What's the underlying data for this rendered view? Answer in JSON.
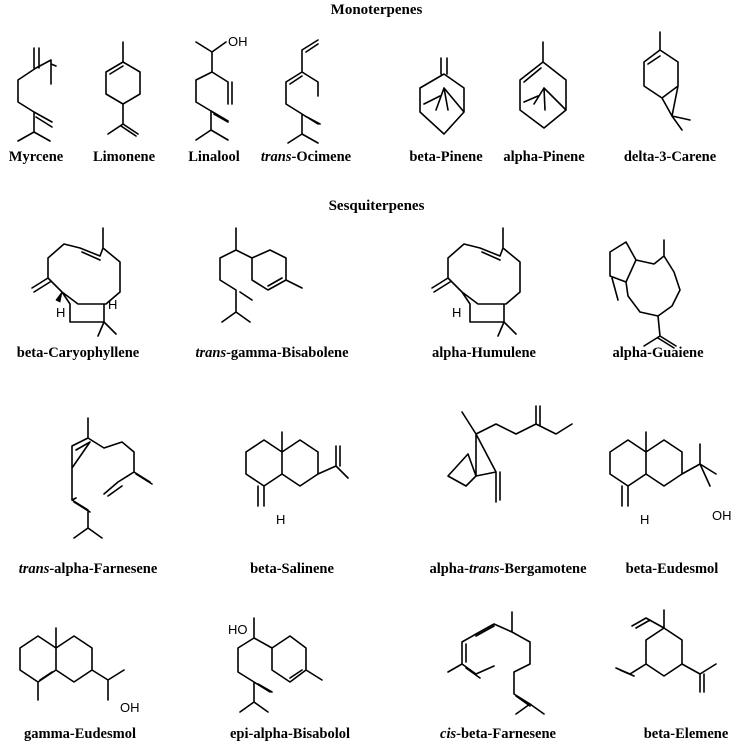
{
  "headings": {
    "monoterpenes": "Monoterpenes",
    "sesquiterpenes": "Sesquiterpenes"
  },
  "atoms": {
    "oh": "OH",
    "ho": "HO",
    "h": "H"
  },
  "monoterpenes": [
    {
      "prefix": "",
      "name": "Myrcene"
    },
    {
      "prefix": "",
      "name": "Limonene"
    },
    {
      "prefix": "",
      "name": "Linalool"
    },
    {
      "prefix": "trans",
      "name": "-Ocimene"
    },
    {
      "prefix": "",
      "name": "beta-Pinene"
    },
    {
      "prefix": "",
      "name": "alpha-Pinene"
    },
    {
      "prefix": "",
      "name": "delta-3-Carene"
    }
  ],
  "sesquiterpenes": [
    {
      "prefix": "",
      "name": "beta-Caryophyllene"
    },
    {
      "prefix": "trans",
      "name": "-gamma-Bisabolene"
    },
    {
      "prefix": "",
      "name": "alpha-Humulene"
    },
    {
      "prefix": "",
      "name": "alpha-Guaiene"
    },
    {
      "prefix": "trans",
      "name": "-alpha-Farnesene"
    },
    {
      "prefix": "",
      "name": "beta-Salinene"
    },
    {
      "prefix": "",
      "name": "alpha-",
      "prefix2": "trans",
      "name2": "-Bergamotene"
    },
    {
      "prefix": "",
      "name": "beta-Eudesmol"
    },
    {
      "prefix": "",
      "name": "gamma-Eudesmol"
    },
    {
      "prefix": "",
      "name": "epi-alpha-Bisabolol"
    },
    {
      "prefix": "cis",
      "name": "-beta-Farnesene"
    },
    {
      "prefix": "",
      "name": "beta-Elemene"
    }
  ]
}
